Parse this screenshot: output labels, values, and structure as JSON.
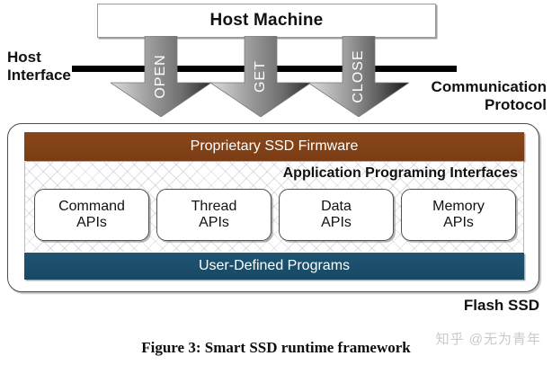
{
  "figure": {
    "caption": "Figure 3: Smart SSD runtime framework",
    "watermark": "知乎 @无为青年"
  },
  "host": {
    "box_label": "Host Machine"
  },
  "labels": {
    "host_interface": "Host\nInterface",
    "host_interface_line1": "Host",
    "host_interface_line2": "Interface",
    "communication_protocol_line1": "Communication",
    "communication_protocol_line2": "Protocol",
    "flash_ssd": "Flash SSD"
  },
  "arrows": [
    {
      "id": "open",
      "label": "OPEN",
      "direction": "down"
    },
    {
      "id": "get",
      "label": "GET",
      "direction": "down"
    },
    {
      "id": "close",
      "label": "CLOSE",
      "direction": "down"
    }
  ],
  "ssd_stack": {
    "firmware": {
      "label": "Proprietary SSD Firmware",
      "color": "#7e3f17",
      "text_color": "#ffffff"
    },
    "api_region": {
      "title": "Application Programing Interfaces",
      "fill": "hatched-crosshatch",
      "boxes": [
        {
          "line1": "Command",
          "line2": "APIs"
        },
        {
          "line1": "Thread",
          "line2": "APIs"
        },
        {
          "line1": "Data",
          "line2": "APIs"
        },
        {
          "line1": "Memory",
          "line2": "APIs"
        }
      ]
    },
    "user_programs": {
      "label": "User-Defined Programs",
      "color": "#1b4f6b",
      "text_color": "#ffffff"
    }
  },
  "colors": {
    "firmware_brown": "#7e3f17",
    "user_programs_navy": "#1b4f6b",
    "host_interface_line": "#000000",
    "arrow_gradient_light": "#d8d8d8",
    "arrow_gradient_dark": "#2b2b2b",
    "outline": "#4d4d4d",
    "watermark": "#c9c9c9"
  }
}
